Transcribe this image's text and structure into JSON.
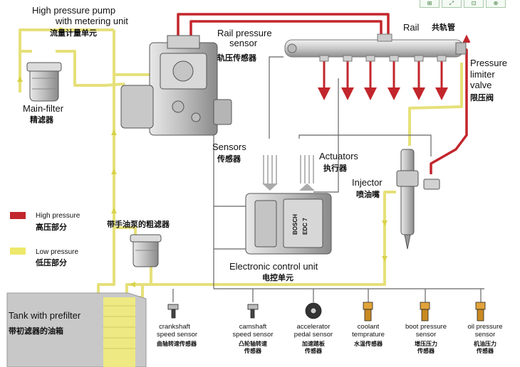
{
  "colors": {
    "high_pressure": "#c2262c",
    "low_pressure": "#ede86a",
    "wire": "#555555"
  },
  "pump": {
    "line1": "High pressure pump",
    "line2": "with metering unit",
    "cn": "流量计量单元"
  },
  "rail_sensor": {
    "line1": "Rail pressure",
    "line2": "sensor",
    "cn": "轨压传感器"
  },
  "rail": {
    "en": "Rail",
    "cn": "共轨管"
  },
  "limiter": {
    "line1": "Pressure",
    "line2": "limiter",
    "line3": "valve",
    "cn": "限压阀"
  },
  "main_filter": {
    "en": "Main-filter",
    "cn": "精滤器"
  },
  "sensors": {
    "en": "Sensors",
    "cn": "传感器"
  },
  "actuators": {
    "en": "Actuators",
    "cn": "执行器"
  },
  "injector": {
    "en": "Injector",
    "cn": "喷油嘴"
  },
  "ecu": {
    "en": "Electronic control unit",
    "cn": "电控单元",
    "brand": "BOSCH",
    "model": "EDC 7"
  },
  "legend": {
    "high_en": "High pressure",
    "high_cn": "高压部分",
    "low_en": "Low pressure",
    "low_cn": "低压部分"
  },
  "coarse_filter": {
    "cn": "带手油泵的粗滤器"
  },
  "tank": {
    "en": "Tank with prefilter",
    "cn": "带初滤器的油箱"
  },
  "sensor_row": [
    {
      "line1": "crankshaft",
      "line2": "speed sensor",
      "cn": "曲轴转速传感器",
      "icon": "crankshaft-sensor-icon"
    },
    {
      "line1": "camshaft",
      "line2": "speed sensor",
      "cn1": "凸轮轴转速",
      "cn2": "传感器",
      "icon": "camshaft-sensor-icon"
    },
    {
      "line1": "accelerator",
      "line2": "pedal sensor",
      "cn1": "加速踏板",
      "cn2": "传感器",
      "icon": "pedal-sensor-icon"
    },
    {
      "line1": "coolant",
      "line2": "temprature",
      "cn": "水温传感器",
      "icon": "coolant-sensor-icon"
    },
    {
      "line1": "boot pressure",
      "line2": "sensor",
      "cn1": "增压压力",
      "cn2": "传感器",
      "icon": "boost-sensor-icon"
    },
    {
      "line1": "oil pressure",
      "line2": "sensor",
      "cn1": "机油压力",
      "cn2": "传感器",
      "icon": "oil-sensor-icon"
    }
  ],
  "toolbar": {
    "btn1": "⊞",
    "btn2": "⤢",
    "btn3": "⊡",
    "btn4": "⊕"
  }
}
